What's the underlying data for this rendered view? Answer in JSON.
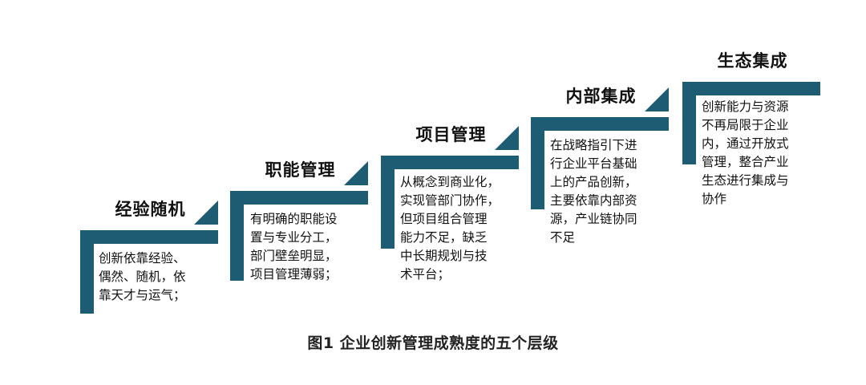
{
  "stages": [
    {
      "title": "经验随机",
      "description": "创新依靠经验、\n偶然、随机，依\n靠天才与运气；"
    },
    {
      "title": "职能管理",
      "description": "有明确的职能设\n置与专业分工，\n部门壁垒明显，\n项目管理薄弱；"
    },
    {
      "title": "项目管理",
      "description": "从概念到商业化，\n实现管部门协作，\n但项目组合管理\n能力不足，缺乏\n中长期规划与技\n术平台；"
    },
    {
      "title": "内部集成",
      "description": "在战略指引下进\n行企业平台基础\n上的产品创新，\n主要依靠内部资\n源，产业链协同\n不足"
    },
    {
      "title": "生态集成",
      "description": "创新能力与资源\n不再局限于企业\n内，通过开放式\n管理，整合产业\n生态进行集成与\n协作"
    }
  ],
  "caption": "图1 企业创新管理成熟度的五个层级",
  "colors": {
    "bar": "#1d5c72",
    "text": "#111111"
  }
}
